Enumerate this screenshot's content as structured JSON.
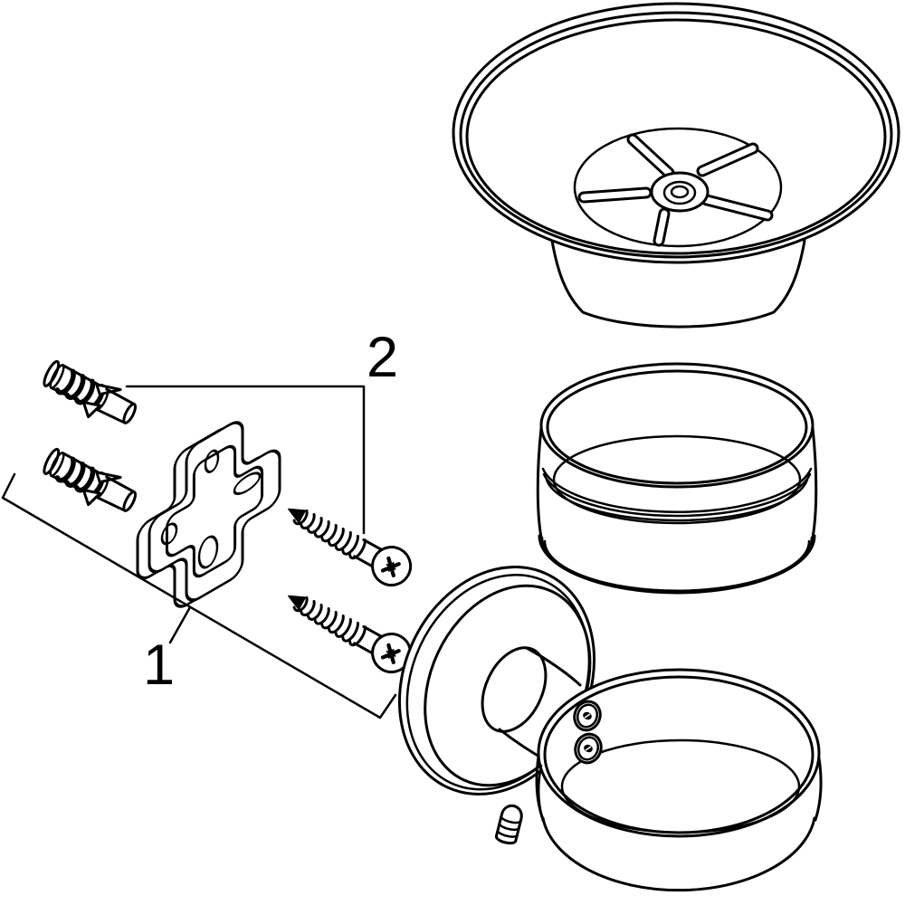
{
  "canvas": {
    "background": "#ffffff",
    "line_color": "#000000",
    "label_color": "#000000"
  },
  "labels": {
    "group1": "1",
    "group2": "2"
  },
  "parts": [
    "soap-dish",
    "retaining-ring",
    "wall-plug",
    "wall-plug",
    "cross-mounting-plate",
    "wood-screw",
    "wood-screw",
    "wall-rosette-with-stem",
    "holder-ring",
    "set-screw"
  ]
}
